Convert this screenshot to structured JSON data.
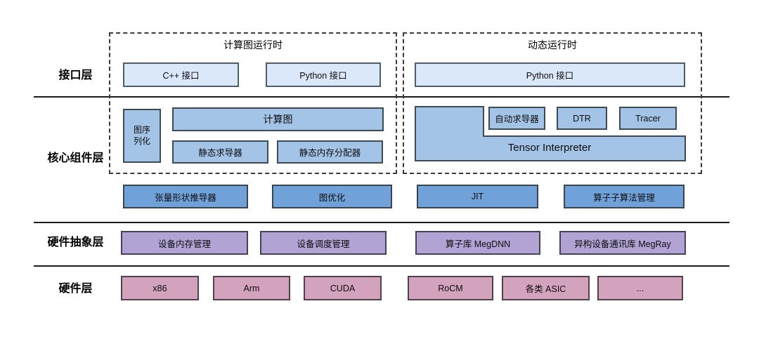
{
  "colors": {
    "light_blue": "#dae8fa",
    "mid_blue": "#a3c4e7",
    "dark_blue": "#70a1d9",
    "purple": "#b1a4d5",
    "pink": "#d3a2bd",
    "separator_line": "#1a1a1a",
    "dashed_border": "#3b3b3b"
  },
  "layer_labels": {
    "interface": "接口层",
    "core": "核心组件层",
    "hal": "硬件抽象层",
    "hardware": "硬件层"
  },
  "groups": {
    "graph_runtime": "计算图运行时",
    "dynamic_runtime": "动态运行时"
  },
  "boxes": {
    "cpp_api": "C++ 接口",
    "python_api_graph": "Python 接口",
    "python_api_dynamic": "Python 接口",
    "graph_serialization": "图序\n列化",
    "computation_graph": "计算图",
    "static_autodiff": "静态求导器",
    "static_mem_alloc": "静态内存分配器",
    "tensor_interpreter": "Tensor Interpreter",
    "autodiff": "自动求导器",
    "dtr": "DTR",
    "tracer": "Tracer",
    "shape_infer": "张量形状推导器",
    "graph_opt": "图优化",
    "jit": "JIT",
    "op_algo_mgmt": "算子子算法管理",
    "device_mem": "设备内存管理",
    "device_sched": "设备调度管理",
    "megdnn": "算子库 MegDNN",
    "megray": "异构设备通讯库 MegRay",
    "x86": "x86",
    "arm": "Arm",
    "cuda": "CUDA",
    "rocm": "RoCM",
    "asic": "各类 ASIC",
    "ellipsis": "..."
  }
}
